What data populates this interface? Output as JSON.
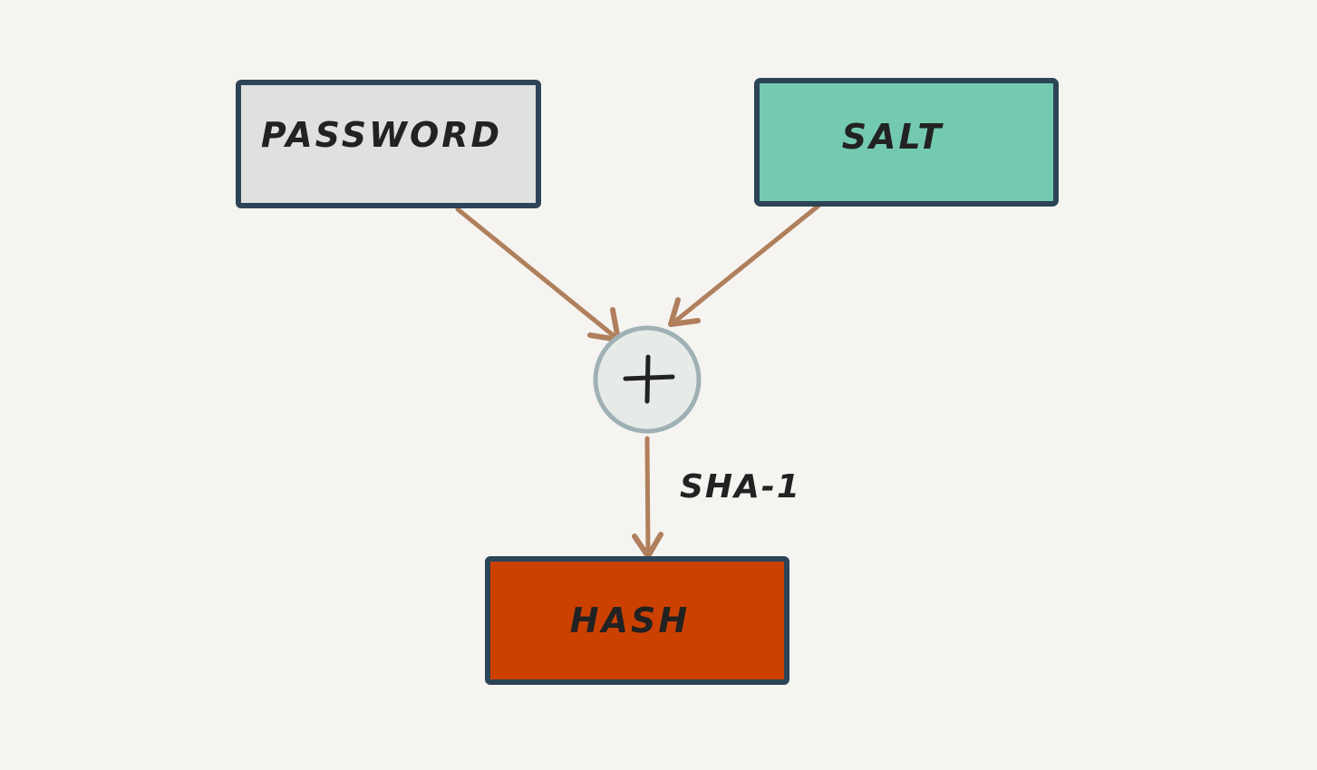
{
  "nodes": {
    "password": {
      "label": "PASSWORD",
      "color": "#dfe1de"
    },
    "salt": {
      "label": "SALT",
      "color": "#74c9b1"
    },
    "combine": {
      "icon": "plus-icon",
      "color": "#e7ebe8",
      "ring_color": "#9fb1b4"
    },
    "hash": {
      "label": "HASH",
      "color": "#cc4100"
    }
  },
  "edges": {
    "hash_function": {
      "label": "SHA-1"
    }
  },
  "colors": {
    "background": "#f5f4f1",
    "border": "#2d4457",
    "arrow": "#b07f5c",
    "text": "#222222"
  }
}
